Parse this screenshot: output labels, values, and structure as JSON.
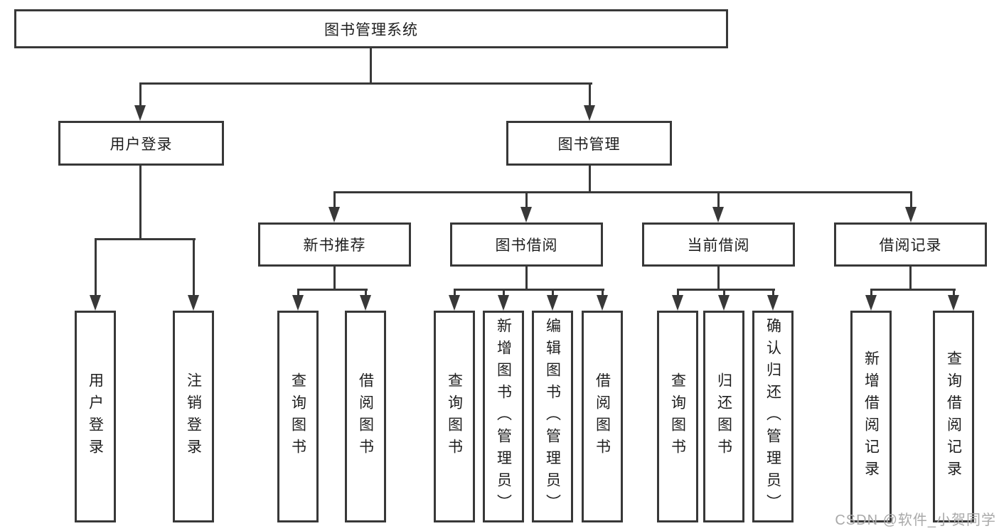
{
  "meta": {
    "background": "#ffffff",
    "line_color": "#383838",
    "text_color": "#1e1e1e",
    "watermark_color": "#a9a9a9"
  },
  "tree": {
    "root": "图书管理系统",
    "children": [
      {
        "label": "用户登录",
        "children": [
          "用户登录",
          "注销登录"
        ]
      },
      {
        "label": "图书管理",
        "children": [
          {
            "label": "新书推荐",
            "children": [
              "查询图书",
              "借阅图书"
            ]
          },
          {
            "label": "图书借阅",
            "children": [
              "查询图书",
              "新增图书（管理员）",
              "编辑图书（管理员）",
              "借阅图书"
            ]
          },
          {
            "label": "当前借阅",
            "children": [
              "查询图书",
              "归还图书",
              "确认归还（管理员）"
            ]
          },
          {
            "label": "借阅记录",
            "children": [
              "新增借阅记录",
              "查询借阅记录"
            ]
          }
        ]
      }
    ]
  },
  "watermark": "CSDN @软件_小贺同学"
}
